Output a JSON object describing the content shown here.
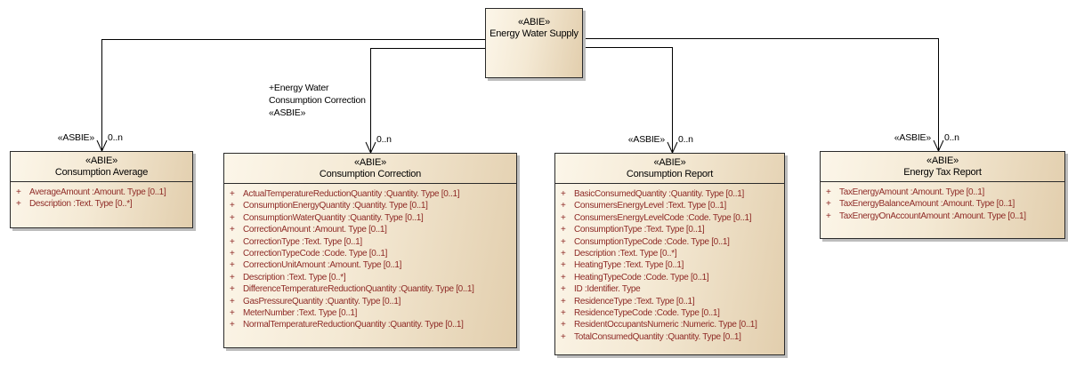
{
  "diagram": {
    "type": "uml-class-diagram",
    "colors": {
      "background": "#ffffff",
      "box_fill_light": "#fcf6e9",
      "box_fill_dark": "#e2cead",
      "box_border": "#2a2a2a",
      "box_shadow": "#bdbdbd",
      "attribute_text": "#8e2a26",
      "title_text": "#000000",
      "connector": "#000000"
    }
  },
  "root": {
    "stereotype": "«ABIE»",
    "name": "Energy Water Supply"
  },
  "classes": [
    {
      "stereotype": "«ABIE»",
      "name": "Consumption Average",
      "attributes": [
        {
          "v": "+",
          "t": "AverageAmount :Amount. Type [0..1]"
        },
        {
          "v": "+",
          "t": "Description :Text. Type [0..*]"
        }
      ]
    },
    {
      "stereotype": "«ABIE»",
      "name": "Consumption Correction",
      "attributes": [
        {
          "v": "+",
          "t": "ActualTemperatureReductionQuantity :Quantity. Type [0..1]"
        },
        {
          "v": "+",
          "t": "ConsumptionEnergyQuantity :Quantity. Type [0..1]"
        },
        {
          "v": "+",
          "t": "ConsumptionWaterQuantity :Quantity. Type [0..1]"
        },
        {
          "v": "+",
          "t": "CorrectionAmount :Amount. Type [0..1]"
        },
        {
          "v": "+",
          "t": "CorrectionType :Text. Type [0..1]"
        },
        {
          "v": "+",
          "t": "CorrectionTypeCode :Code. Type [0..1]"
        },
        {
          "v": "+",
          "t": "CorrectionUnitAmount :Amount. Type [0..1]"
        },
        {
          "v": "+",
          "t": "Description :Text. Type [0..*]"
        },
        {
          "v": "+",
          "t": "DifferenceTemperatureReductionQuantity :Quantity. Type [0..1]"
        },
        {
          "v": "+",
          "t": "GasPressureQuantity :Quantity. Type [0..1]"
        },
        {
          "v": "+",
          "t": "MeterNumber :Text. Type [0..1]"
        },
        {
          "v": "+",
          "t": "NormalTemperatureReductionQuantity :Quantity. Type [0..1]"
        }
      ]
    },
    {
      "stereotype": "«ABIE»",
      "name": "Consumption Report",
      "attributes": [
        {
          "v": "+",
          "t": "BasicConsumedQuantity :Quantity. Type [0..1]"
        },
        {
          "v": "+",
          "t": "ConsumersEnergyLevel :Text. Type [0..1]"
        },
        {
          "v": "+",
          "t": "ConsumersEnergyLevelCode :Code. Type [0..1]"
        },
        {
          "v": "+",
          "t": "ConsumptionType :Text. Type [0..1]"
        },
        {
          "v": "+",
          "t": "ConsumptionTypeCode :Code. Type [0..1]"
        },
        {
          "v": "+",
          "t": "Description :Text. Type [0..*]"
        },
        {
          "v": "+",
          "t": "HeatingType :Text. Type [0..1]"
        },
        {
          "v": "+",
          "t": "HeatingTypeCode :Code. Type [0..1]"
        },
        {
          "v": "+",
          "t": "ID :Identifier. Type"
        },
        {
          "v": "+",
          "t": "ResidenceType :Text. Type [0..1]"
        },
        {
          "v": "+",
          "t": "ResidenceTypeCode :Code. Type [0..1]"
        },
        {
          "v": "+",
          "t": "ResidentOccupantsNumeric :Numeric. Type [0..1]"
        },
        {
          "v": "+",
          "t": "TotalConsumedQuantity :Quantity. Type [0..1]"
        }
      ]
    },
    {
      "stereotype": "«ABIE»",
      "name": "Energy Tax Report",
      "attributes": [
        {
          "v": "+",
          "t": "TaxEnergyAmount :Amount. Type [0..1]"
        },
        {
          "v": "+",
          "t": "TaxEnergyBalanceAmount :Amount. Type [0..1]"
        },
        {
          "v": "+",
          "t": "TaxEnergyOnAccountAmount :Amount. Type [0..1]"
        }
      ]
    }
  ],
  "connectors": [
    {
      "target": "consumption-average",
      "stereotype": "«ASBIE»",
      "multiplicity": "0..n"
    },
    {
      "target": "consumption-correction",
      "multiplicity": "0..n",
      "name_line1": "+Energy Water",
      "name_line2": "Consumption Correction",
      "name_line3": "«ASBIE»"
    },
    {
      "target": "consumption-report",
      "stereotype": "«ASBIE»",
      "multiplicity": "0..n"
    },
    {
      "target": "energy-tax-report",
      "stereotype": "«ASBIE»",
      "multiplicity": "0..n"
    }
  ]
}
